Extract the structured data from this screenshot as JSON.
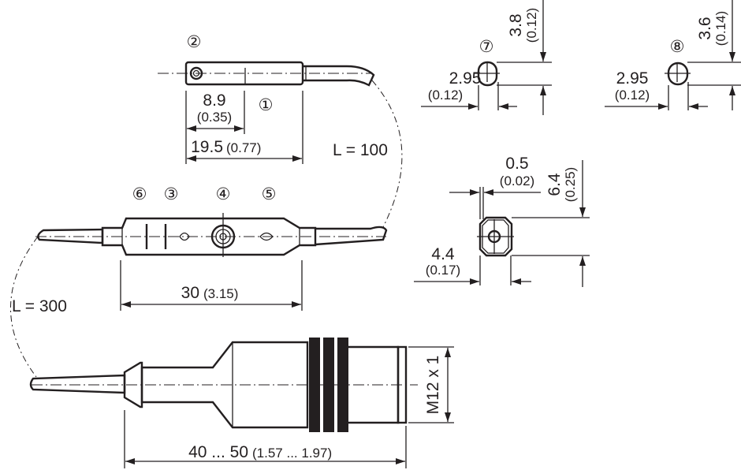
{
  "callouts": {
    "c1": "①",
    "c2": "②",
    "c3": "③",
    "c4": "④",
    "c5": "⑤",
    "c6": "⑥",
    "c7": "⑦",
    "c8": "⑧"
  },
  "sensor": {
    "dim_a": "8.9",
    "dim_a_in": "(0.35)",
    "dim_b": "19.5",
    "dim_b_in": "(0.77)"
  },
  "cable1": {
    "length": "L = 100"
  },
  "module": {
    "dim": "30",
    "dim_in": "(3.15)"
  },
  "cable2": {
    "length": "L = 300"
  },
  "connector": {
    "thread": "M12 x 1",
    "dim": "40 ... 50",
    "dim_in": "(1.57 ... 1.97)"
  },
  "view7": {
    "width": "2.95",
    "width_in": "(0.12)",
    "height": "3.8",
    "height_in": "(0.12)"
  },
  "view8": {
    "width": "2.95",
    "width_in": "(0.12)",
    "height": "3.6",
    "height_in": "(0.14)"
  },
  "view_led": {
    "wall": "0.5",
    "wall_in": "(0.02)",
    "width": "4.4",
    "width_in": "(0.17)",
    "height": "6.4",
    "height_in": "(0.25)"
  }
}
